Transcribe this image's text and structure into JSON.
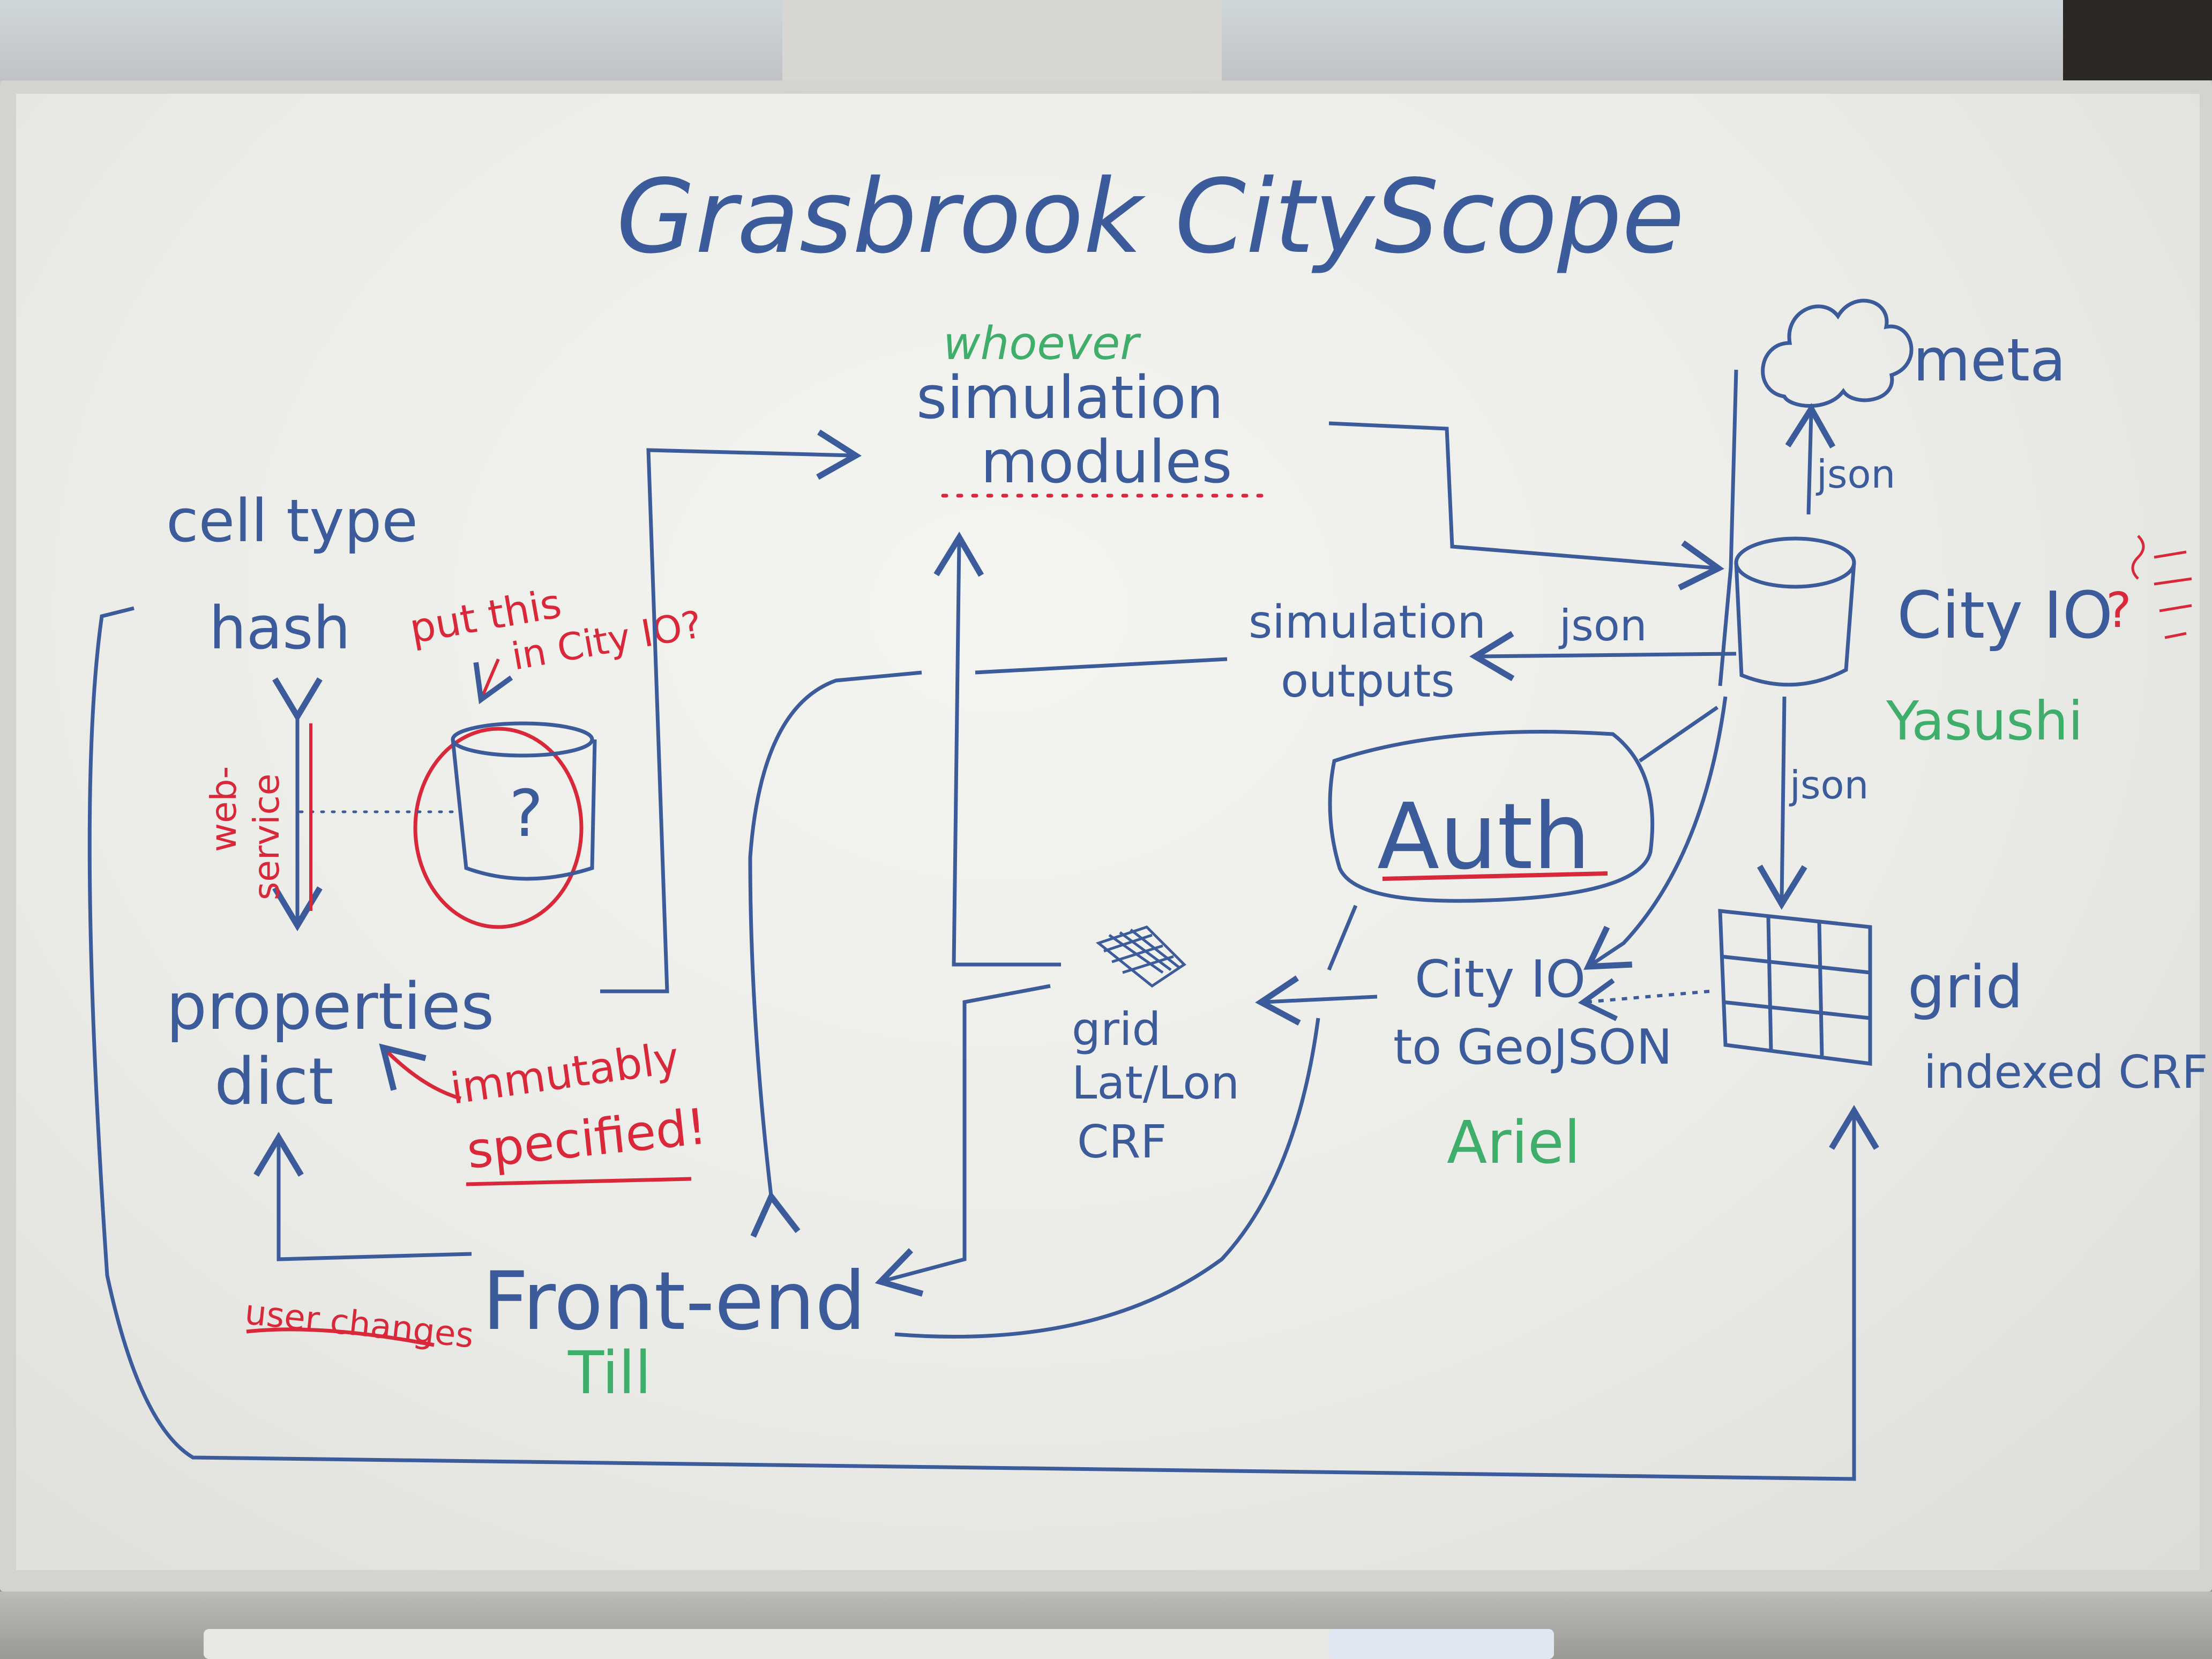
{
  "whiteboard": {
    "title": "Grasbrook CityScope",
    "simulation": {
      "owner": "whoever",
      "line1": "simulation",
      "line2": "modules"
    },
    "meta": "meta",
    "cell_type": {
      "line1": "cell type",
      "line2": "hash"
    },
    "question_note": {
      "line1": "put this",
      "line2": "in City IO?"
    },
    "web_service": {
      "line1": "web-",
      "line2": "service"
    },
    "db_question": "?",
    "properties": {
      "line1": "properties",
      "line2": "dict"
    },
    "immutably": {
      "line1": "immutably",
      "line2": "specified!"
    },
    "user_changes": "user changes",
    "frontend": {
      "label": "Front-end",
      "owner": "Till"
    },
    "sim_outputs": {
      "line1": "simulation",
      "line2": "outputs"
    },
    "json_labels": [
      "json",
      "json",
      "json"
    ],
    "auth": "Auth",
    "cityio": {
      "label": "City IO",
      "owner": "Yasushi"
    },
    "side_note": "?",
    "grid_latlon": {
      "line1": "grid",
      "line2": "Lat/Lon",
      "line3": "CRF"
    },
    "cityio_geojson": {
      "line1": "City IO",
      "line2": "to GeoJSON",
      "owner": "Ariel"
    },
    "grid_indexed": {
      "line1": "grid",
      "line2": "indexed CRF"
    },
    "ink_colors": {
      "blue": "#3b5b9a",
      "red": "#d8283a",
      "green": "#3fae6a"
    }
  }
}
